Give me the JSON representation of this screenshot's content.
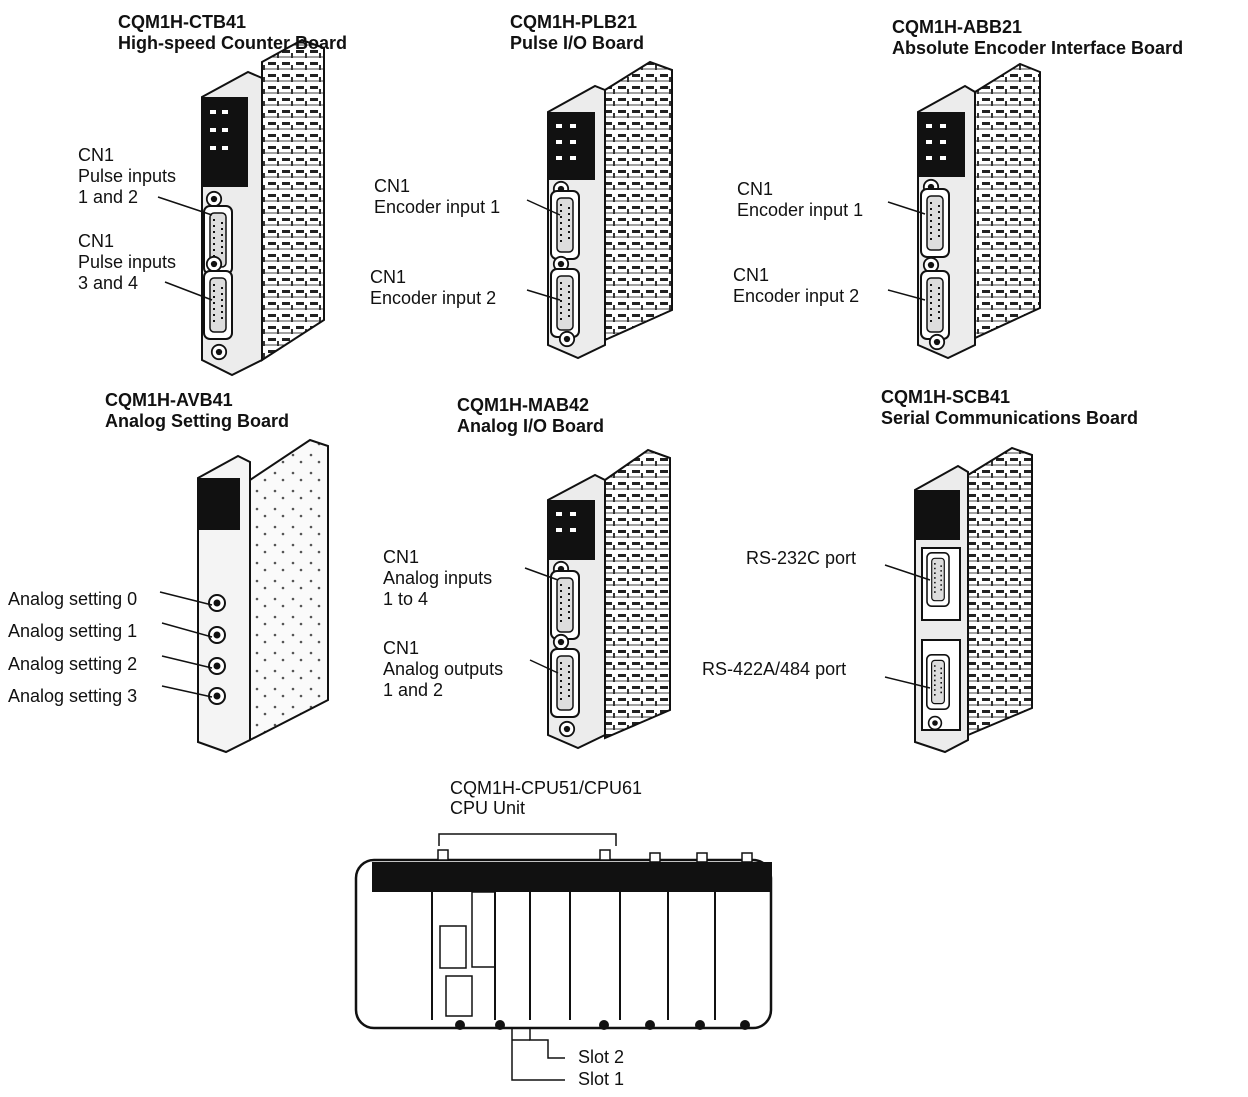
{
  "boards": {
    "ctb41": {
      "model": "CQM1H-CTB41",
      "name": "High-speed Counter Board",
      "labels": [
        "CN1\nPulse inputs\n1 and 2",
        "CN1\nPulse inputs\n3 and 4"
      ]
    },
    "plb21": {
      "model": "CQM1H-PLB21",
      "name": "Pulse I/O Board",
      "labels": [
        "CN1\nEncoder input 1",
        "CN1\nEncoder input 2"
      ]
    },
    "abb21": {
      "model": "CQM1H-ABB21",
      "name": "Absolute Encoder Interface Board",
      "labels": [
        "CN1\nEncoder input 1",
        "CN1\nEncoder input 2"
      ]
    },
    "avb41": {
      "model": "CQM1H-AVB41",
      "name": "Analog Setting Board",
      "labels": [
        "Analog setting 0",
        "Analog setting 1",
        "Analog setting 2",
        "Analog setting 3"
      ]
    },
    "mab42": {
      "model": "CQM1H-MAB42",
      "name": "Analog I/O Board",
      "labels": [
        "CN1\nAnalog inputs\n1 to 4",
        "CN1\nAnalog outputs\n1 and 2"
      ]
    },
    "scb41": {
      "model": "CQM1H-SCB41",
      "name": "Serial Communications Board",
      "labels": [
        "RS-232C port",
        "RS-422A/484 port"
      ]
    }
  },
  "cpu": {
    "model": "CQM1H-CPU51/CPU61",
    "name": "CPU Unit",
    "slots": [
      "Slot 2",
      "Slot 1"
    ]
  }
}
